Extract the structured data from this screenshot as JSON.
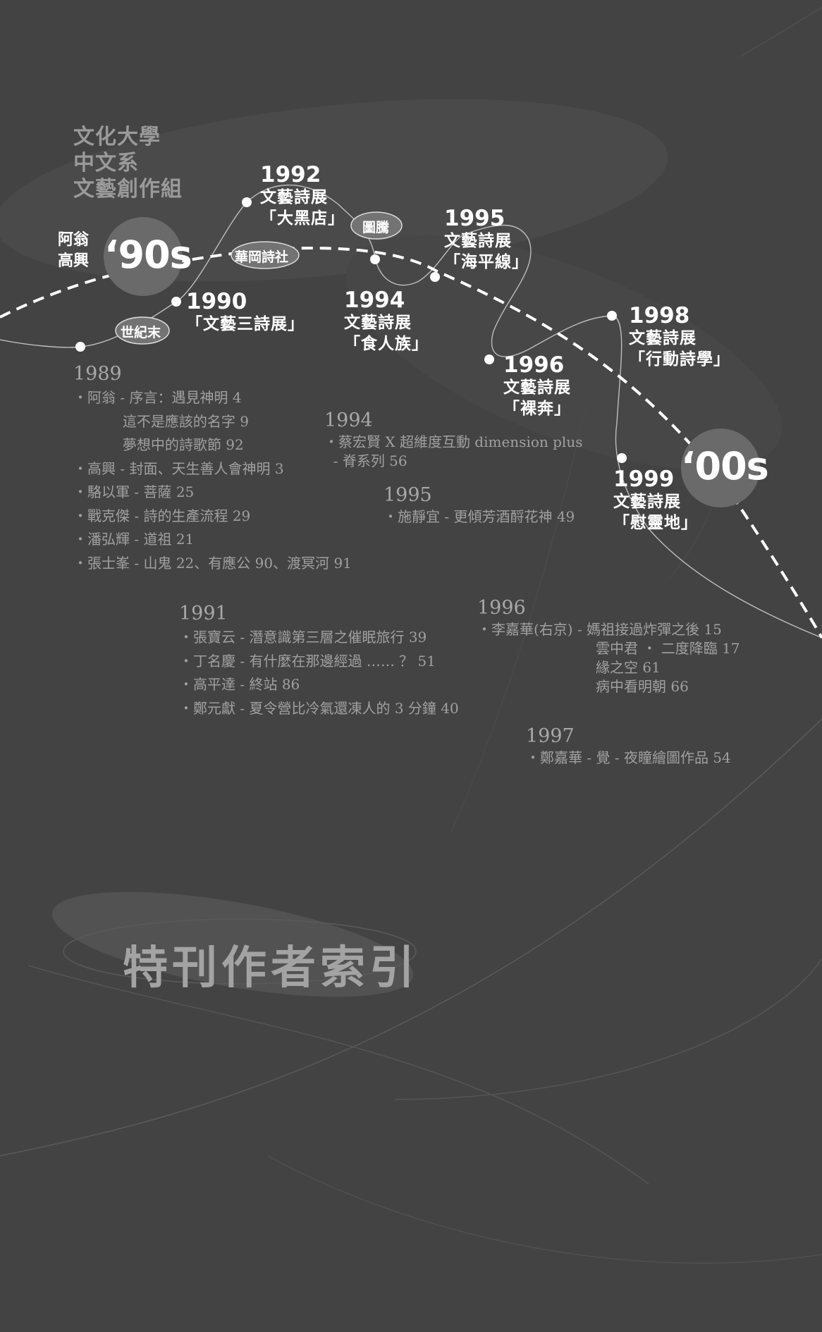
{
  "department": [
    "文化大學",
    "中文系",
    "文藝創作組"
  ],
  "people": [
    "阿翁",
    "高興"
  ],
  "decades": [
    "‘90s",
    "‘00s"
  ],
  "pills": {
    "shijimo": "世紀末",
    "huagang": "華岡詩社",
    "tuteng": "圖騰"
  },
  "events": {
    "e1990": {
      "year": "1990",
      "lines": [
        "「文藝三詩展」"
      ]
    },
    "e1992": {
      "year": "1992",
      "lines": [
        "文藝詩展",
        "「大黑店」"
      ]
    },
    "e1994": {
      "year": "1994",
      "lines": [
        "文藝詩展",
        "「食人族」"
      ]
    },
    "e1995": {
      "year": "1995",
      "lines": [
        "文藝詩展",
        "「海平線」"
      ]
    },
    "e1996": {
      "year": "1996",
      "lines": [
        "文藝詩展",
        "「裸奔」"
      ]
    },
    "e1998": {
      "year": "1998",
      "lines": [
        "文藝詩展",
        "「行動詩學」"
      ]
    },
    "e1999": {
      "year": "1999",
      "lines": [
        "文藝詩展",
        "「慰靈地」"
      ]
    }
  },
  "index": {
    "i1989": {
      "year": "1989",
      "entries": [
        "・阿翁 - 序言：遇見神明 4",
        "           這不是應該的名字 9",
        "           夢想中的詩歌節 92",
        "・高興 - 封面、天生善人會神明 3",
        "・駱以軍 - 菩薩 25",
        "・戰克傑 - 詩的生產流程 29",
        "・潘弘輝 - 道祖 21",
        "・張士峯 - 山鬼 22、有應公 90、渡冥河 91"
      ]
    },
    "i1991": {
      "year": "1991",
      "entries": [
        "・張寶云 - 潛意識第三層之催眠旅行 39",
        "・丁名慶 - 有什麼在那邊經過 …… ？ 51",
        "・高平達 - 終站 86",
        "・鄭元獻 - 夏令營比冷氣還凍人的 3 分鐘 40"
      ]
    },
    "i1994": {
      "year": "1994",
      "entries": [
        "・蔡宏賢 X 超維度互動 dimension plus",
        "  - 脊系列 56"
      ]
    },
    "i1995": {
      "year": "1995",
      "entries": [
        "・施靜宜 - 更傾芳酒酹花神 49"
      ]
    },
    "i1996": {
      "year": "1996",
      "entries": [
        "・李嘉華(右京) - 媽祖接過炸彈之後 15",
        "雲中君 ・ 二度降臨 17",
        "緣之空 61",
        "病中看明朝 66"
      ]
    },
    "i1997": {
      "year": "1997",
      "entries": [
        "・鄭嘉華 - 覺 - 夜瞳繪圖作品 54"
      ]
    }
  },
  "page_title": "特刊作者索引",
  "colors": {
    "background": "#434343",
    "timeline": "#ffffff",
    "circle_90s": "#6a6a6a",
    "circle_00s": "#6a6a6a",
    "pill": "#737373",
    "index_text": "#a0a0a0"
  }
}
